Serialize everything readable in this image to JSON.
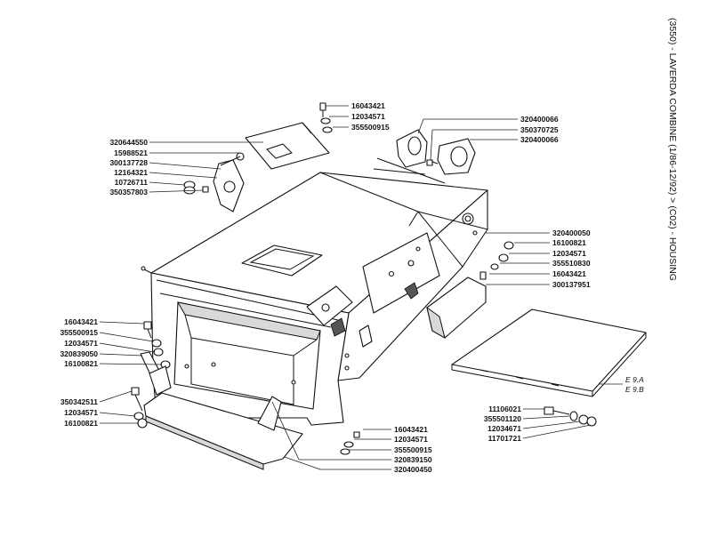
{
  "title": "(3550) - LAVERDA COMBINE (1/86-12/92) > (C02) - HOUSING",
  "ref_callouts": [
    "E 9.A",
    "E 9.B"
  ],
  "part_numbers": {
    "top_bolt_group": [
      "16043421",
      "12034571",
      "355500915"
    ],
    "cover_group": [
      "320644550",
      "15988521",
      "300137728",
      "12164321",
      "10726711",
      "350357803"
    ],
    "bearing_group": [
      "320400066",
      "350370725",
      "320400066"
    ],
    "right_group": [
      "320400050",
      "16100821",
      "12034571",
      "355510830",
      "16043421",
      "300137951"
    ],
    "left_group_a": [
      "16043421",
      "355500915",
      "12034571",
      "320839050",
      "16100821"
    ],
    "left_group_b": [
      "350342511",
      "12034571",
      "16100821"
    ],
    "bottom_group": [
      "16043421",
      "12034571",
      "355500915",
      "320839150",
      "320400450"
    ],
    "plate_group": [
      "11106021",
      "355501120",
      "12034671",
      "11701721"
    ]
  }
}
